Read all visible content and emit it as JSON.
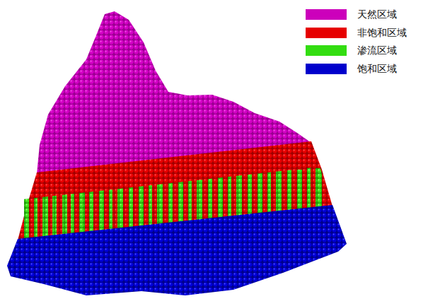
{
  "diagram": {
    "legend": [
      {
        "text": "天然区域",
        "color": "#cc00bb"
      },
      {
        "text": "非饱和区域",
        "color": "#e60000"
      },
      {
        "text": "渗流区域",
        "color": "#33dd11"
      },
      {
        "text": "饱和区域",
        "color": "#0000cc"
      }
    ]
  }
}
